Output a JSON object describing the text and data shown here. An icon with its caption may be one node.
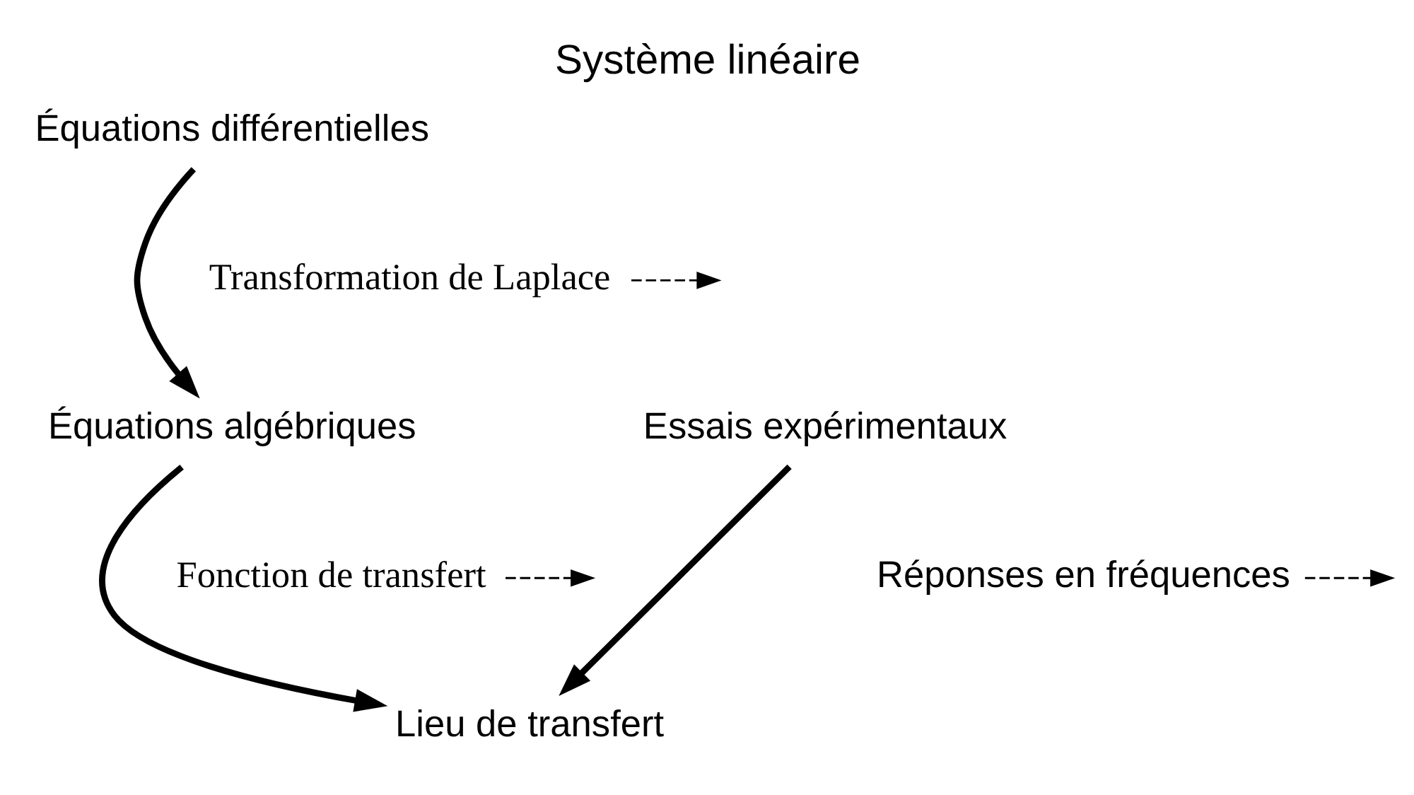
{
  "diagram": {
    "title": "Système linéaire",
    "nodes": [
      {
        "text": [
          "Équations différentielles"
        ]
      },
      {
        "text": [
          "Essais expérimentaux"
        ]
      },
      {
        "text": [
          "Équations algébriques"
        ]
      },
      {
        "text": [
          "Lieu de transfert"
        ]
      },
      {
        "text": [
          "Transformation de Laplace"
        ]
      },
      {
        "text": [
          "Fonction de transfert"
        ]
      },
      {
        "text": [
          "Réponses en fréquences"
        ]
      }
    ],
    "edges": [
      {
        "from": 0,
        "to": 2,
        "arrow": "to",
        "style": "thick"
      },
      {
        "from": 2,
        "to": 3,
        "arrow": "to",
        "style": "thick"
      },
      {
        "from": 1,
        "to": 3,
        "arrow": "to",
        "style": "thick"
      },
      {
        "from": 4,
        "to": null,
        "arrow": "to",
        "style": "dashed"
      },
      {
        "from": 5,
        "to": null,
        "arrow": "to",
        "style": "dashed"
      },
      {
        "from": 6,
        "to": null,
        "arrow": "to",
        "style": "dashed"
      }
    ]
  }
}
